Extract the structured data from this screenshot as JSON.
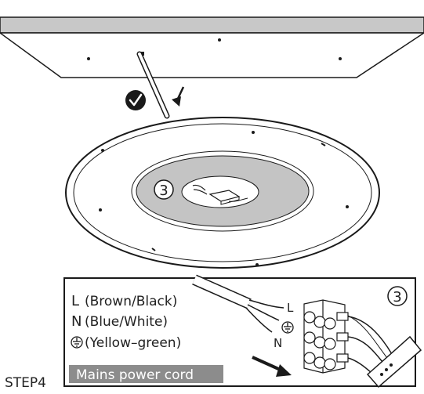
{
  "step_label": "STEP4",
  "callout_number": "3",
  "wire_legend": [
    {
      "letter": "L",
      "text": "(Brown/Black)"
    },
    {
      "letter": "N",
      "text": "(Blue/White)"
    },
    {
      "symbol": "earth-ground-icon",
      "text": "(Yellow–green)"
    }
  ],
  "terminal_labels": {
    "live": "L",
    "neutral": "N"
  },
  "mains_caption": "Mains power cord",
  "colors": {
    "ceiling": "#c8c8c8",
    "lamp_inner": "#c4c4c4",
    "caption_bg": "#8c8c8c",
    "caption_text": "#ffffff",
    "line": "#1a1a1a"
  },
  "icons": [
    "checkmark-badge-icon",
    "down-arrow-icon",
    "earth-ground-icon",
    "diagonal-arrow-icon",
    "remote-receiver-icon",
    "terminal-block-icon"
  ]
}
